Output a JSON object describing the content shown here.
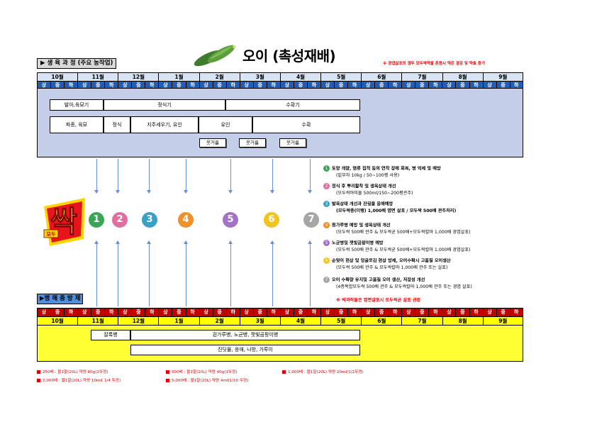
{
  "header": {
    "section_label": "▶ 생 육 과 정 (주요 농작업)",
    "title": "오이 (촉성재배)",
    "note": "※ 경엽살포의 경우 모두싹약을 혼용시 약은 경감 및 약효 증가"
  },
  "months": [
    "10월",
    "11월",
    "12월",
    "1월",
    "2월",
    "3월",
    "4월",
    "5월",
    "6월",
    "7월",
    "8월",
    "9월"
  ],
  "subperiods": [
    "상",
    "중",
    "하"
  ],
  "growth": {
    "row1": [
      "발아,육묘기",
      "정식기",
      "수확기"
    ],
    "row2": [
      "파종, 육묘",
      "정식",
      "지주세우기, 유인",
      "유인",
      "수확"
    ],
    "pills": [
      "웃거름",
      "웃거름",
      "웃거름"
    ]
  },
  "logo": {
    "text": "싹",
    "tag": "모두"
  },
  "circles": [
    {
      "num": "1",
      "color": "#3aa655"
    },
    {
      "num": "2",
      "color": "#e06fa0"
    },
    {
      "num": "3",
      "color": "#3aa0c8"
    },
    {
      "num": "4",
      "color": "#f0902a"
    },
    {
      "num": "5",
      "color": "#a570c8"
    },
    {
      "num": "6",
      "color": "#f2c420"
    },
    {
      "num": "7",
      "color": "#a6a6a6"
    }
  ],
  "steps": [
    {
      "num": "1",
      "color": "#3aa655",
      "main": "토양 개량, 염류 집적 등의 연작 장애 회복, 병 억제 및 예방",
      "sub": "(밑부자 10kg / 50~100평 사용)",
      "sub_bold": false
    },
    {
      "num": "2",
      "color": "#e06fa0",
      "main": "정식 후 뿌리활착 및 생육상태 개선",
      "sub": "(모두싹아미뮬 500ml/150~200평관주)",
      "sub_bold": false
    },
    {
      "num": "3",
      "color": "#3aa0c8",
      "main": "발육상태 개선과 잔뒷물 응애예방",
      "sub": "(모두싹충(더뱅) 1,000배 엽면 살포 / 모두싹 500배 관주처리)",
      "sub_bold": true
    },
    {
      "num": "4",
      "color": "#f0902a",
      "main": "흰가루병 예방 및 생육상태 개선",
      "sub": "(모두싹 500배 관주 & 모두싹균 500배+모두싹칼마 1,000배 경엽살포)",
      "sub_bold": false
    },
    {
      "num": "5",
      "color": "#a570c8",
      "main": "노균병및 잿빛곰팡이병 예방",
      "sub": "(모두싹 500배 관주 & 모두싹균 500배+모두싹칼마 1,000배 경엽살포)",
      "sub_bold": false
    },
    {
      "num": "6",
      "color": "#f2c420",
      "main": "순멎이 현상 및 덩굴쪼김 현상 방제, 오이수확시 고품질 오이생산",
      "sub": "(모두싹 500배 관주 & 모두싹칼마 1,000배 관주 또는 살포)",
      "sub_bold": false
    },
    {
      "num": "7",
      "color": "#a6a6a6",
      "main": "오이 수확량 유지및 고품질 오이 생산, 저장성 개선",
      "sub": "(4종복합모두싹 500배 관주 & 모두싹칼마 1,000배 관주 또는 경엽 살포)",
      "sub_bold": false
    }
  ],
  "warning": "※ 박과작물은 엽면살포시 모두싹균 살포 권장",
  "pest": {
    "section_label": "▶병 해 충 방 제",
    "items": [
      "잘록병",
      "흰가루병, 노균병, 잿빛곰팡이병",
      "진딧물, 응애, 나방, 가루이"
    ]
  },
  "legend": [
    "250배 : 물1말(20L) 약량 80g(2뚜껑)",
    "500배 : 물1말(20L) 약량 40g(1뚜껑)",
    "1,000배 : 물1말(20L) 약량 20ml(1/2뚜껑)",
    "2,000배 : 물1말(20L) 약량 10ml( 1/4 뚜껑)",
    "5,000배 : 물1말(20L) 약량 4ml(1/10 뚜껑)"
  ],
  "colors": {
    "blue_panel": "#c5cee8",
    "blue_sub": "#1f5fb5",
    "red_sub": "#c00000",
    "yellow": "#ffff33",
    "arrow": "#6b8fd6",
    "note_red": "#e00000"
  }
}
